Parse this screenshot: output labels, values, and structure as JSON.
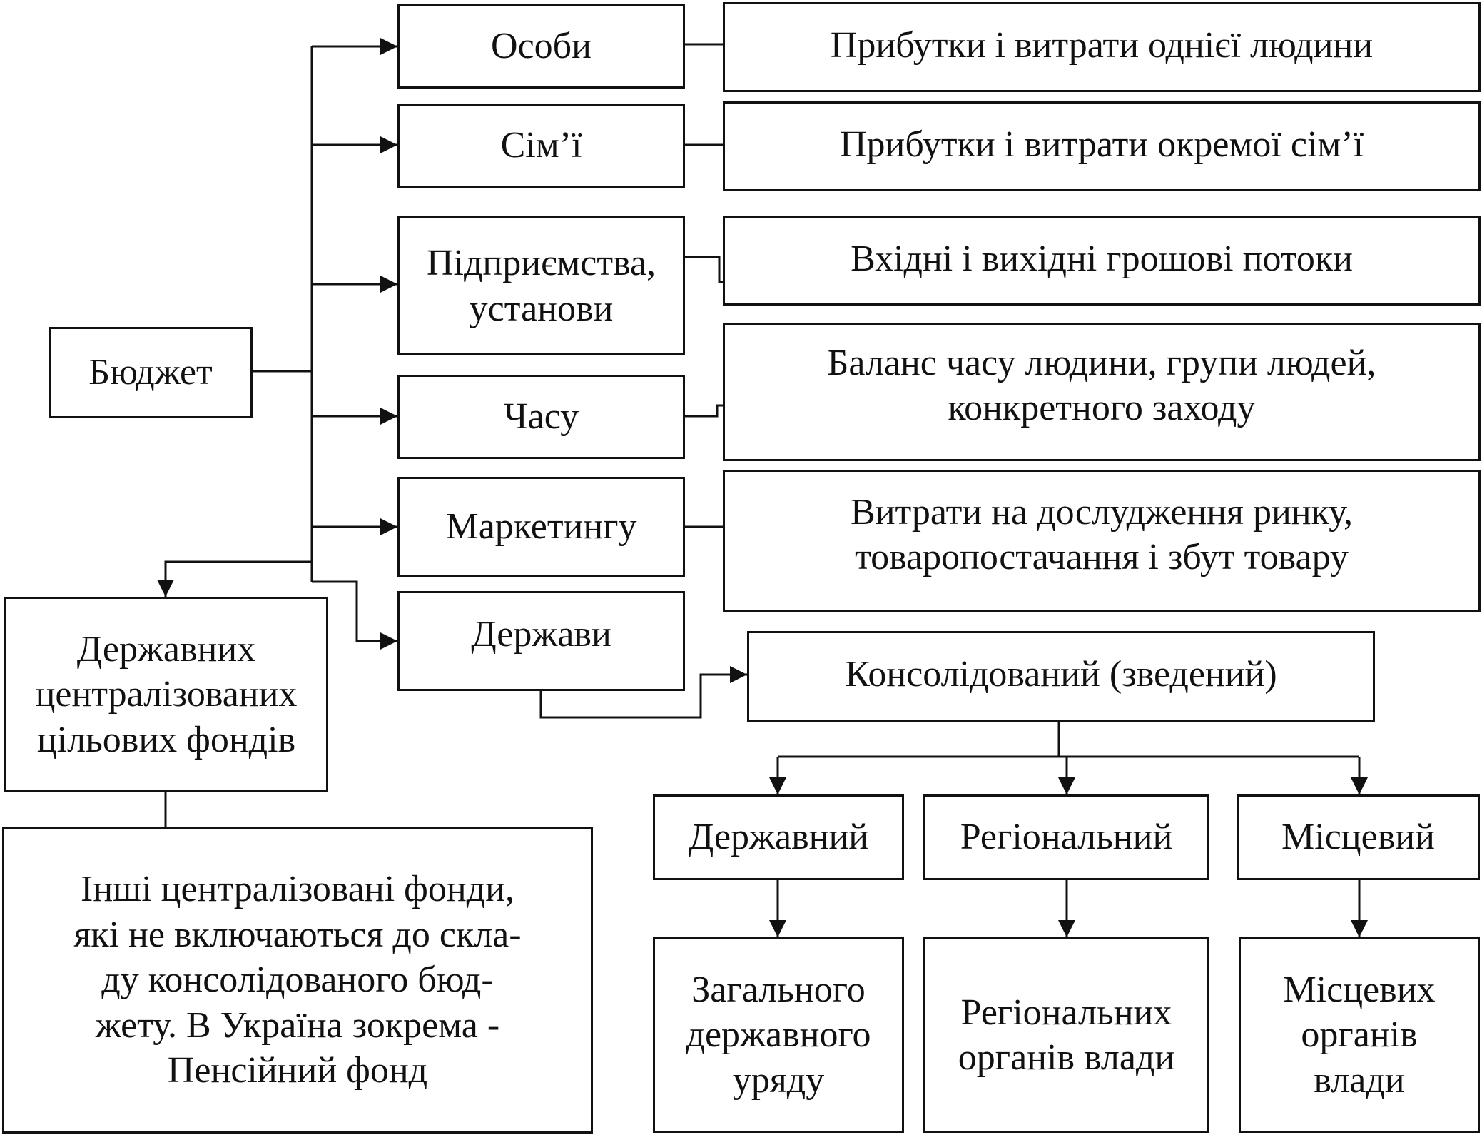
{
  "root": {
    "label": "Бюджет"
  },
  "types": [
    {
      "label": "Особи",
      "description": "Прибутки і витрати однієї людини"
    },
    {
      "label": "Сім’ї",
      "description": "Прибутки і витрати окремої сім’ї"
    },
    {
      "label": "Підприємства,\nустанови",
      "description": "Вхідні і вихідні грошові потоки"
    },
    {
      "label": "Часу",
      "description": "Баланс часу людини, групи людей,\nконкретного заходу"
    },
    {
      "label": "Маркетингу",
      "description": "Витрати на дослудження ринку,\nтоваропостачання і збут товару"
    },
    {
      "label": "Держави"
    }
  ],
  "trust_funds": {
    "label": "Державних\nцентралізованих\nцільових фондів",
    "note": "Інші централізовані фонди,\nякі не включаються до скла-\nду консолідованого бюд-\nжету. В Україна зокрема -\nПенсійний фонд"
  },
  "consolidated": {
    "label": "Консолідований (зведений)",
    "levels": [
      {
        "label": "Державний",
        "detail": "Загального\nдержавного\nуряду"
      },
      {
        "label": "Регіональний",
        "detail": "Регіональних\nорганів влади"
      },
      {
        "label": "Місцевий",
        "detail": "Місцевих\nорганів\nвлади"
      }
    ]
  }
}
